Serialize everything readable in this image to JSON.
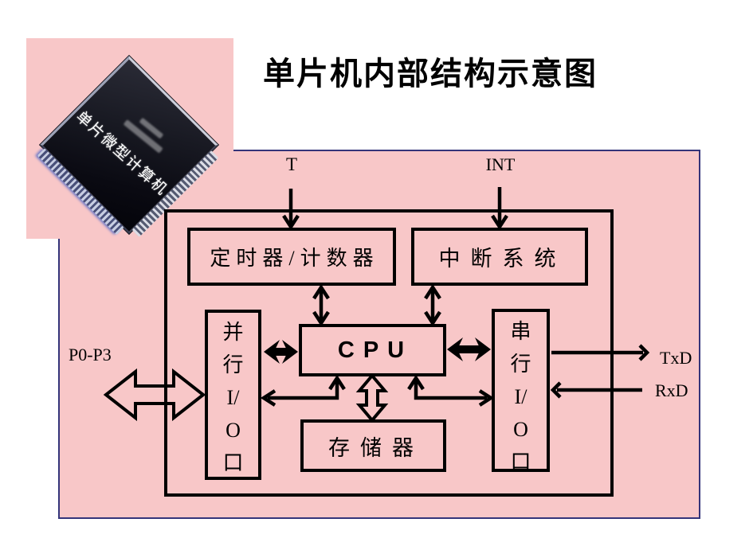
{
  "title": "单片机内部结构示意图",
  "chip_photo": {
    "caption": "单片微型计算机"
  },
  "diagram": {
    "blocks": {
      "timer": "定时器/计数器",
      "interrupt": "中断系统",
      "cpu": "CPU",
      "memory": "存储器",
      "parallel_io": "并\n行\nI/\nO\n口",
      "serial_io": "串\n行\nI/\nO\n口"
    },
    "signals": {
      "t": "T",
      "int": "INT",
      "p0p3": "P0-P3",
      "txd": "TxD",
      "rxd": "RxD"
    },
    "colors": {
      "background_pink": "#f8c7c8",
      "panel_border_blue": "#34347a",
      "line_black": "#000000"
    }
  }
}
